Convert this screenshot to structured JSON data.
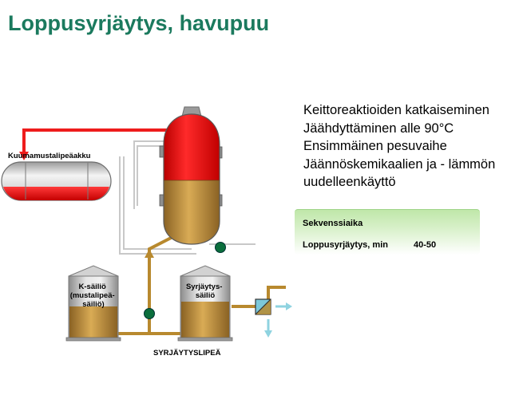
{
  "title": "Loppusyrjäytys, havupuu",
  "labels": {
    "accumulator": "Kuumamustalipeäakku",
    "k_tank": "K-säiliö\n(mustalipeä-\nsäiliö)",
    "displacement_tank": "Syrjäytys-\nsäiliö",
    "displacement_liquor": "SYRJÄYTYSLIPEÄ"
  },
  "steps": [
    "Keittoreaktioiden katkaiseminen",
    "Jäähdyttäminen alle 90°C",
    "Ensimmäinen pesuvaihe",
    "Jäännöskemikaalien ja - lämmön uudelleenkäyttö"
  ],
  "sequence": {
    "title": "Sekvenssiaika",
    "row_label": "Loppusyrjäytys, min",
    "row_value": "40-50"
  },
  "colors": {
    "title": "#1b7a5e",
    "hot_liquor": "#ee1c1c",
    "displacement_liquor": "#b8892e",
    "pump": "#0b6e3c",
    "seq_box": "#c8ecb4"
  }
}
